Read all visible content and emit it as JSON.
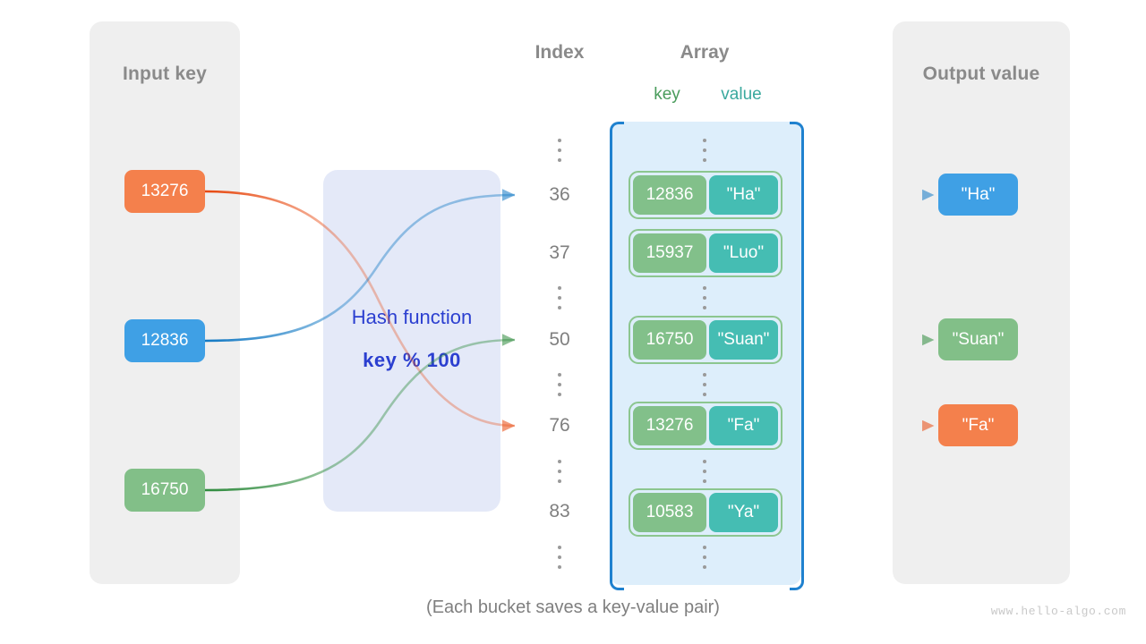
{
  "diagram": {
    "caption": "(Each bucket saves a key-value pair)",
    "watermark": "www.hello-algo.com"
  },
  "input_panel": {
    "title": "Input key",
    "keys": [
      {
        "label": "13276",
        "color": "#f4804c"
      },
      {
        "label": "12836",
        "color": "#3fa0e5"
      },
      {
        "label": "16750",
        "color": "#82bf88"
      }
    ]
  },
  "hash_function": {
    "name": "Hash function",
    "expression": "key % 100"
  },
  "index_column": {
    "title": "Index",
    "entries": [
      {
        "type": "ellipsis"
      },
      {
        "type": "index",
        "label": "36"
      },
      {
        "type": "index",
        "label": "37"
      },
      {
        "type": "ellipsis"
      },
      {
        "type": "index",
        "label": "50"
      },
      {
        "type": "ellipsis"
      },
      {
        "type": "index",
        "label": "76"
      },
      {
        "type": "ellipsis"
      },
      {
        "type": "index",
        "label": "83"
      },
      {
        "type": "ellipsis"
      }
    ]
  },
  "array": {
    "title": "Array",
    "key_header": "key",
    "value_header": "value",
    "buckets": [
      {
        "key": "12836",
        "value": "\"Ha\""
      },
      {
        "key": "15937",
        "value": "\"Luo\""
      },
      {
        "key": "16750",
        "value": "\"Suan\""
      },
      {
        "key": "13276",
        "value": "\"Fa\""
      },
      {
        "key": "10583",
        "value": "\"Ya\""
      }
    ]
  },
  "output_panel": {
    "title": "Output value",
    "values": [
      {
        "label": "\"Ha\"",
        "color": "#3fa0e5"
      },
      {
        "label": "\"Suan\"",
        "color": "#82bf88"
      },
      {
        "label": "\"Fa\"",
        "color": "#f4804c"
      }
    ]
  },
  "colors": {
    "orange": "#f4804c",
    "blue": "#3fa0e5",
    "green": "#82bf88",
    "key_cell": "#82c08a",
    "value_cell": "#45bdb3",
    "array_bg": "#ddeefb",
    "array_border": "#1f81cf",
    "panel_bg": "#efefef",
    "hash_bg": "#e4e9f8",
    "hash_text": "#2b3fd0",
    "heading_gray": "#8a8a8a"
  }
}
